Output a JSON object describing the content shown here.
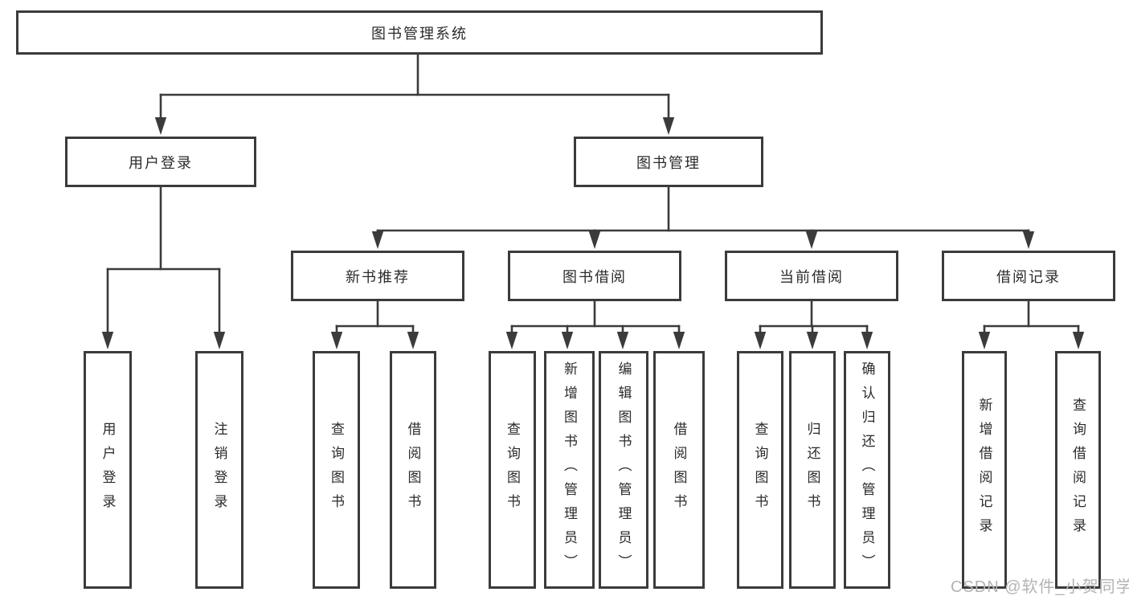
{
  "diagram": {
    "title": "图书管理系统",
    "watermark": "CSDN @软件_小贺同学",
    "colors": {
      "line": "#3b3b3b",
      "text": "#2b2b2b",
      "box_background": "#ffffff",
      "watermark": "#b3b3b3"
    },
    "nodes": [
      {
        "id": "root",
        "parent": null,
        "label": "图书管理系统"
      },
      {
        "id": "user-login",
        "parent": "root",
        "label": "用户登录"
      },
      {
        "id": "book-management",
        "parent": "root",
        "label": "图书管理"
      },
      {
        "id": "new-book-recommend",
        "parent": "book-management",
        "label": "新书推荐"
      },
      {
        "id": "book-borrow",
        "parent": "book-management",
        "label": "图书借阅"
      },
      {
        "id": "current-borrow",
        "parent": "book-management",
        "label": "当前借阅"
      },
      {
        "id": "borrow-records",
        "parent": "book-management",
        "label": "借阅记录"
      },
      {
        "id": "leaf-user-login",
        "parent": "user-login",
        "label": "用户登录"
      },
      {
        "id": "leaf-logout",
        "parent": "user-login",
        "label": "注销登录"
      },
      {
        "id": "leaf-query-book-recommend",
        "parent": "new-book-recommend",
        "label": "查询图书"
      },
      {
        "id": "leaf-borrow-book-recommend",
        "parent": "new-book-recommend",
        "label": "借阅图书"
      },
      {
        "id": "leaf-query-book-borrow",
        "parent": "book-borrow",
        "label": "查询图书"
      },
      {
        "id": "leaf-add-book-admin",
        "parent": "book-borrow",
        "label": "新增图书（管理员）"
      },
      {
        "id": "leaf-edit-book-admin",
        "parent": "book-borrow",
        "label": "编辑图书（管理员）"
      },
      {
        "id": "leaf-borrow-book-borrow",
        "parent": "book-borrow",
        "label": "借阅图书"
      },
      {
        "id": "leaf-query-book-current",
        "parent": "current-borrow",
        "label": "查询图书"
      },
      {
        "id": "leaf-return-book",
        "parent": "current-borrow",
        "label": "归还图书"
      },
      {
        "id": "leaf-confirm-return-admin",
        "parent": "current-borrow",
        "label": "确认归还（管理员）"
      },
      {
        "id": "leaf-add-borrow-record",
        "parent": "borrow-records",
        "label": "新增借阅记录"
      },
      {
        "id": "leaf-query-borrow-record",
        "parent": "borrow-records",
        "label": "查询借阅记录"
      }
    ]
  }
}
